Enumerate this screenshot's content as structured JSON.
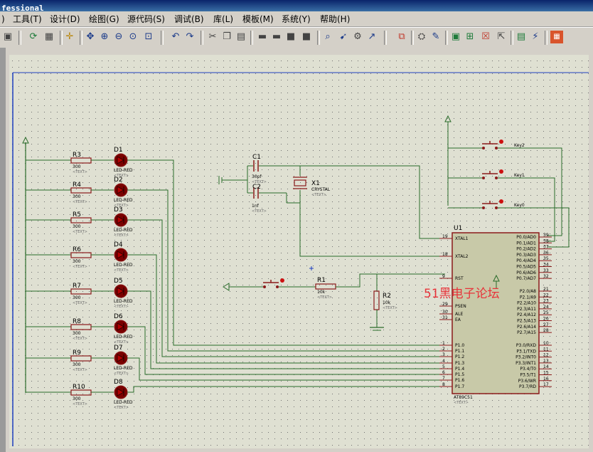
{
  "window": {
    "title": "fessional"
  },
  "menu": {
    "items": [
      "工具(T)",
      "设计(D)",
      "绘图(G)",
      "源代码(S)",
      "调试(B)",
      "库(L)",
      "模板(M)",
      "系统(Y)",
      "帮助(H)"
    ]
  },
  "toolbar": {
    "icons": [
      "save-icon",
      "refresh-icon",
      "grid-icon",
      "origin-icon",
      "pan-icon",
      "zoom-in-icon",
      "zoom-out-icon",
      "zoom-all-icon",
      "zoom-area-icon",
      "undo-icon",
      "redo-icon",
      "cut-icon",
      "copy-icon",
      "paste-icon",
      "block-copy-icon",
      "block-move-icon",
      "block-rotate-icon",
      "block-delete-icon",
      "pick-device-icon",
      "make-device-icon",
      "package-icon",
      "decompose-icon",
      "wire-autorouter-icon",
      "search-tag-icon",
      "property-tool-icon",
      "netlist-icon",
      "new-sheet-icon",
      "remove-sheet-icon",
      "sheet-exit-icon",
      "bom-icon",
      "erc-icon",
      "ares-icon"
    ]
  },
  "schematic": {
    "resistors": [
      {
        "ref": "R3",
        "value": "300",
        "text": "<TEXT>"
      },
      {
        "ref": "R4",
        "value": "300",
        "text": "<TEXT>"
      },
      {
        "ref": "R5",
        "value": "300",
        "text": "<TEXT>"
      },
      {
        "ref": "R6",
        "value": "300",
        "text": "<TEXT>"
      },
      {
        "ref": "R7",
        "value": "300",
        "text": "<TEXT>"
      },
      {
        "ref": "R8",
        "value": "300",
        "text": "<TEXT>"
      },
      {
        "ref": "R9",
        "value": "300",
        "text": "<TEXT>"
      },
      {
        "ref": "R10",
        "value": "300",
        "text": "<TEXT>"
      }
    ],
    "leds": [
      {
        "ref": "D1",
        "value": "LED-RED",
        "text": "<TEXT>"
      },
      {
        "ref": "D2",
        "value": "LED-RED",
        "text": "<TEXT>"
      },
      {
        "ref": "D3",
        "value": "LED-RED",
        "text": "<TEXT>"
      },
      {
        "ref": "D4",
        "value": "LED-RED",
        "text": "<TEXT>"
      },
      {
        "ref": "D5",
        "value": "LED-RED",
        "text": "<TEXT>"
      },
      {
        "ref": "D6",
        "value": "LED-RED",
        "text": "<TEXT>"
      },
      {
        "ref": "D7",
        "value": "LED-RED",
        "text": "<TEXT>"
      },
      {
        "ref": "D8",
        "value": "LED-RED",
        "text": "<TEXT>"
      }
    ],
    "c1": {
      "ref": "C1",
      "value": "30pf",
      "text": "<TEXT>"
    },
    "c2": {
      "ref": "C2",
      "value": "1nf",
      "text": "<TEXT>"
    },
    "x1": {
      "ref": "X1",
      "value": "CRYSTAL",
      "text": "<TEXT>"
    },
    "r1": {
      "ref": "R1",
      "value": "10k",
      "text": "<TEXT>"
    },
    "r2": {
      "ref": "R2",
      "value": "10k",
      "text": "<TEXT>"
    },
    "keys": [
      "Key2",
      "Key1",
      "Key0"
    ],
    "mcu": {
      "ref": "U1",
      "part": "AT89C51",
      "text": "<TEXT>",
      "left_pins": [
        {
          "num": "19",
          "name": "XTAL1"
        },
        {
          "num": "18",
          "name": "XTAL2"
        },
        {
          "num": "9",
          "name": "RST"
        },
        {
          "num": "29",
          "name": "PSEN"
        },
        {
          "num": "30",
          "name": "ALE"
        },
        {
          "num": "31",
          "name": "EA"
        },
        {
          "num": "1",
          "name": "P1.0"
        },
        {
          "num": "2",
          "name": "P1.1"
        },
        {
          "num": "3",
          "name": "P1.2"
        },
        {
          "num": "4",
          "name": "P1.3"
        },
        {
          "num": "5",
          "name": "P1.4"
        },
        {
          "num": "6",
          "name": "P1.5"
        },
        {
          "num": "7",
          "name": "P1.6"
        },
        {
          "num": "8",
          "name": "P1.7"
        }
      ],
      "right_pins": [
        {
          "num": "39",
          "name": "P0.0/AD0"
        },
        {
          "num": "38",
          "name": "P0.1/AD1"
        },
        {
          "num": "37",
          "name": "P0.2/AD2"
        },
        {
          "num": "36",
          "name": "P0.3/AD3"
        },
        {
          "num": "35",
          "name": "P0.4/AD4"
        },
        {
          "num": "34",
          "name": "P0.5/AD5"
        },
        {
          "num": "33",
          "name": "P0.6/AD6"
        },
        {
          "num": "32",
          "name": "P0.7/AD7"
        },
        {
          "num": "21",
          "name": "P2.0/A8"
        },
        {
          "num": "22",
          "name": "P2.1/A9"
        },
        {
          "num": "23",
          "name": "P2.2/A10"
        },
        {
          "num": "24",
          "name": "P2.3/A11"
        },
        {
          "num": "25",
          "name": "P2.4/A12"
        },
        {
          "num": "26",
          "name": "P2.5/A13"
        },
        {
          "num": "27",
          "name": "P2.6/A14"
        },
        {
          "num": "28",
          "name": "P2.7/A15"
        },
        {
          "num": "10",
          "name": "P3.0/RXD"
        },
        {
          "num": "11",
          "name": "P3.1/TXD"
        },
        {
          "num": "12",
          "name": "P3.2/INT0"
        },
        {
          "num": "13",
          "name": "P3.3/INT1"
        },
        {
          "num": "14",
          "name": "P3.4/T0"
        },
        {
          "num": "15",
          "name": "P3.5/T1"
        },
        {
          "num": "16",
          "name": "P3.6/WR"
        },
        {
          "num": "17",
          "name": "P3.7/RD"
        }
      ]
    },
    "watermark": "51黑电子论坛",
    "colors": {
      "sheet_bg": "#dfe0d2",
      "grid_dot": "#6f6f6f",
      "wire": "#2a6b2a",
      "component": "#8b1a1a",
      "chip_fill": "#c8c9a8",
      "led_fill": "#7a0000",
      "watermark": "#e8333a",
      "label": "#000000"
    }
  }
}
